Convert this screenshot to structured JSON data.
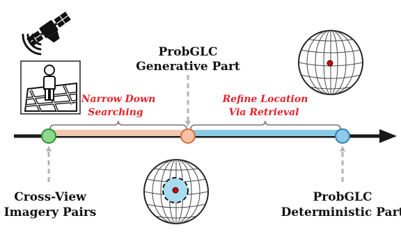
{
  "labels": {
    "generative_line1": "ProbGLC",
    "generative_line2": "Generative Part",
    "deterministic_line1": "ProbGLC",
    "deterministic_line2": "Deterministic Part",
    "crossview_line1": "Cross-View",
    "crossview_line2": "Imagery Pairs",
    "narrow_line1": "Narrow Down",
    "narrow_line2": "Searching",
    "refine_line1": "Refine Location",
    "refine_line2": "Via Retrieval"
  },
  "colors": {
    "axis": "#1a1a1a",
    "segment_narrow": "#f4c7b0",
    "segment_refine": "#8ccbe6",
    "node_start": "#8ed88e",
    "node_start_stroke": "#2f8f2f",
    "node_mid": "#f6c1a3",
    "node_mid_stroke": "#d9683a",
    "node_end": "#8fcbe9",
    "node_end_stroke": "#2d7fb0",
    "red_text": "#e4232a",
    "arrow_dashed": "#b3b3b3",
    "uncertainty_fill": "#a9dcf0",
    "location_dot": "#d40000"
  },
  "icons": [
    "satellite-icon",
    "street-view-person-icon",
    "globe-icon"
  ]
}
